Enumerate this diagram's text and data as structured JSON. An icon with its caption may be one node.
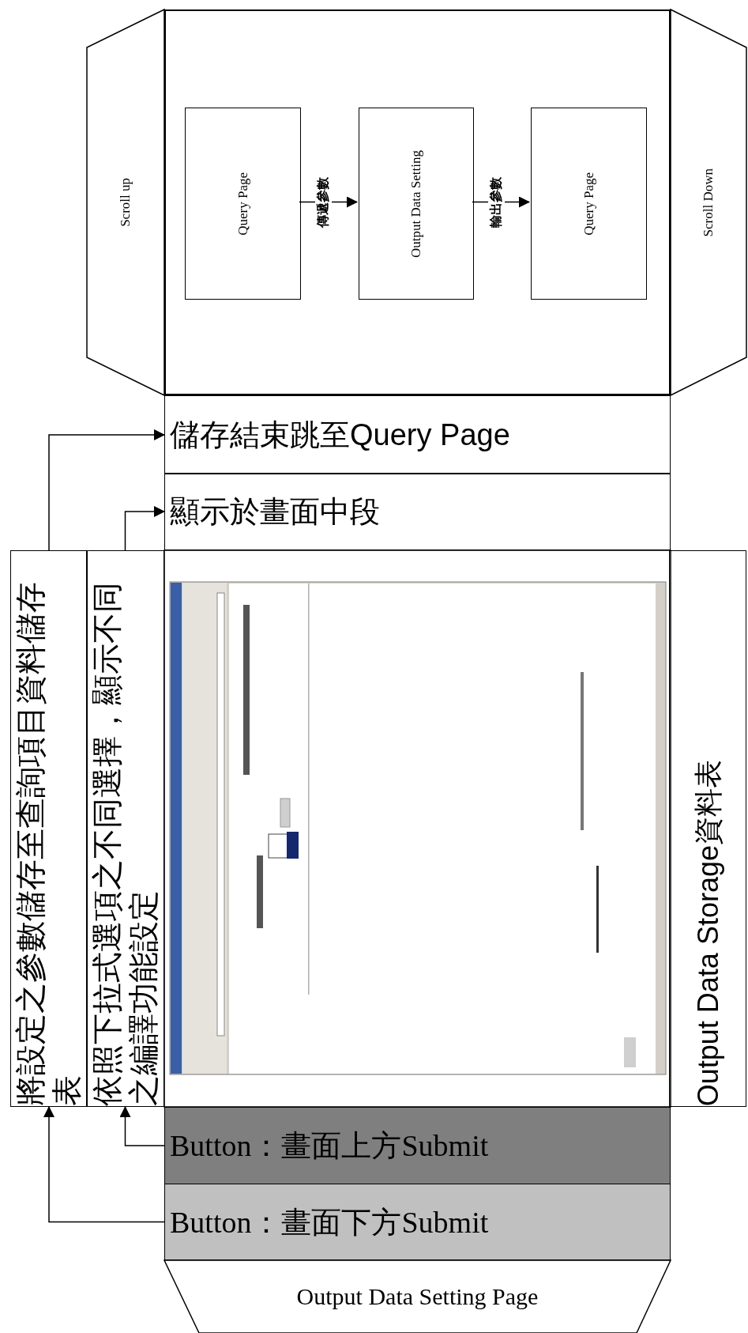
{
  "diagram": {
    "nodes": [
      {
        "text": [
          "Scroll up"
        ]
      },
      {
        "text": [],
        "shape": "box"
      },
      {
        "text": [
          "Query Page"
        ],
        "in": 1
      },
      {
        "text": [
          "Output Data Setting"
        ],
        "in": 1
      },
      {
        "text": [
          "Query Page"
        ],
        "in": 1
      },
      {
        "text": [
          "Scroll Down"
        ]
      },
      {
        "text": [
          "儲存結束跳至Query Page"
        ]
      },
      {
        "text": [
          "顯示於畫面中段"
        ]
      },
      {
        "text": [
          "將設定之參數儲存至查詢項目資料儲存表"
        ]
      },
      {
        "text": [
          "依照下拉式選項之不同選擇，顯示不同之編譯功能設定"
        ]
      },
      {
        "text": [
          "Output Data Storage資料表"
        ]
      },
      {
        "text": [
          "Button：畫面上方Submit"
        ]
      },
      {
        "text": [
          "Button：畫面下方Submit"
        ]
      },
      {
        "text": [
          "Output Data Setting Page"
        ]
      }
    ],
    "edges": [
      {
        "from": 2,
        "to": 3,
        "arrow": "to",
        "label": "傳遞參數"
      },
      {
        "from": 3,
        "to": 4,
        "arrow": "to",
        "label": "輸出參數"
      },
      {
        "from": 12,
        "to": 8,
        "arrow": "to"
      },
      {
        "from": 11,
        "to": 9,
        "arrow": "to"
      },
      {
        "from": 9,
        "to": 7,
        "arrow": "to"
      },
      {
        "from": 8,
        "to": 6,
        "arrow": "to"
      }
    ]
  }
}
